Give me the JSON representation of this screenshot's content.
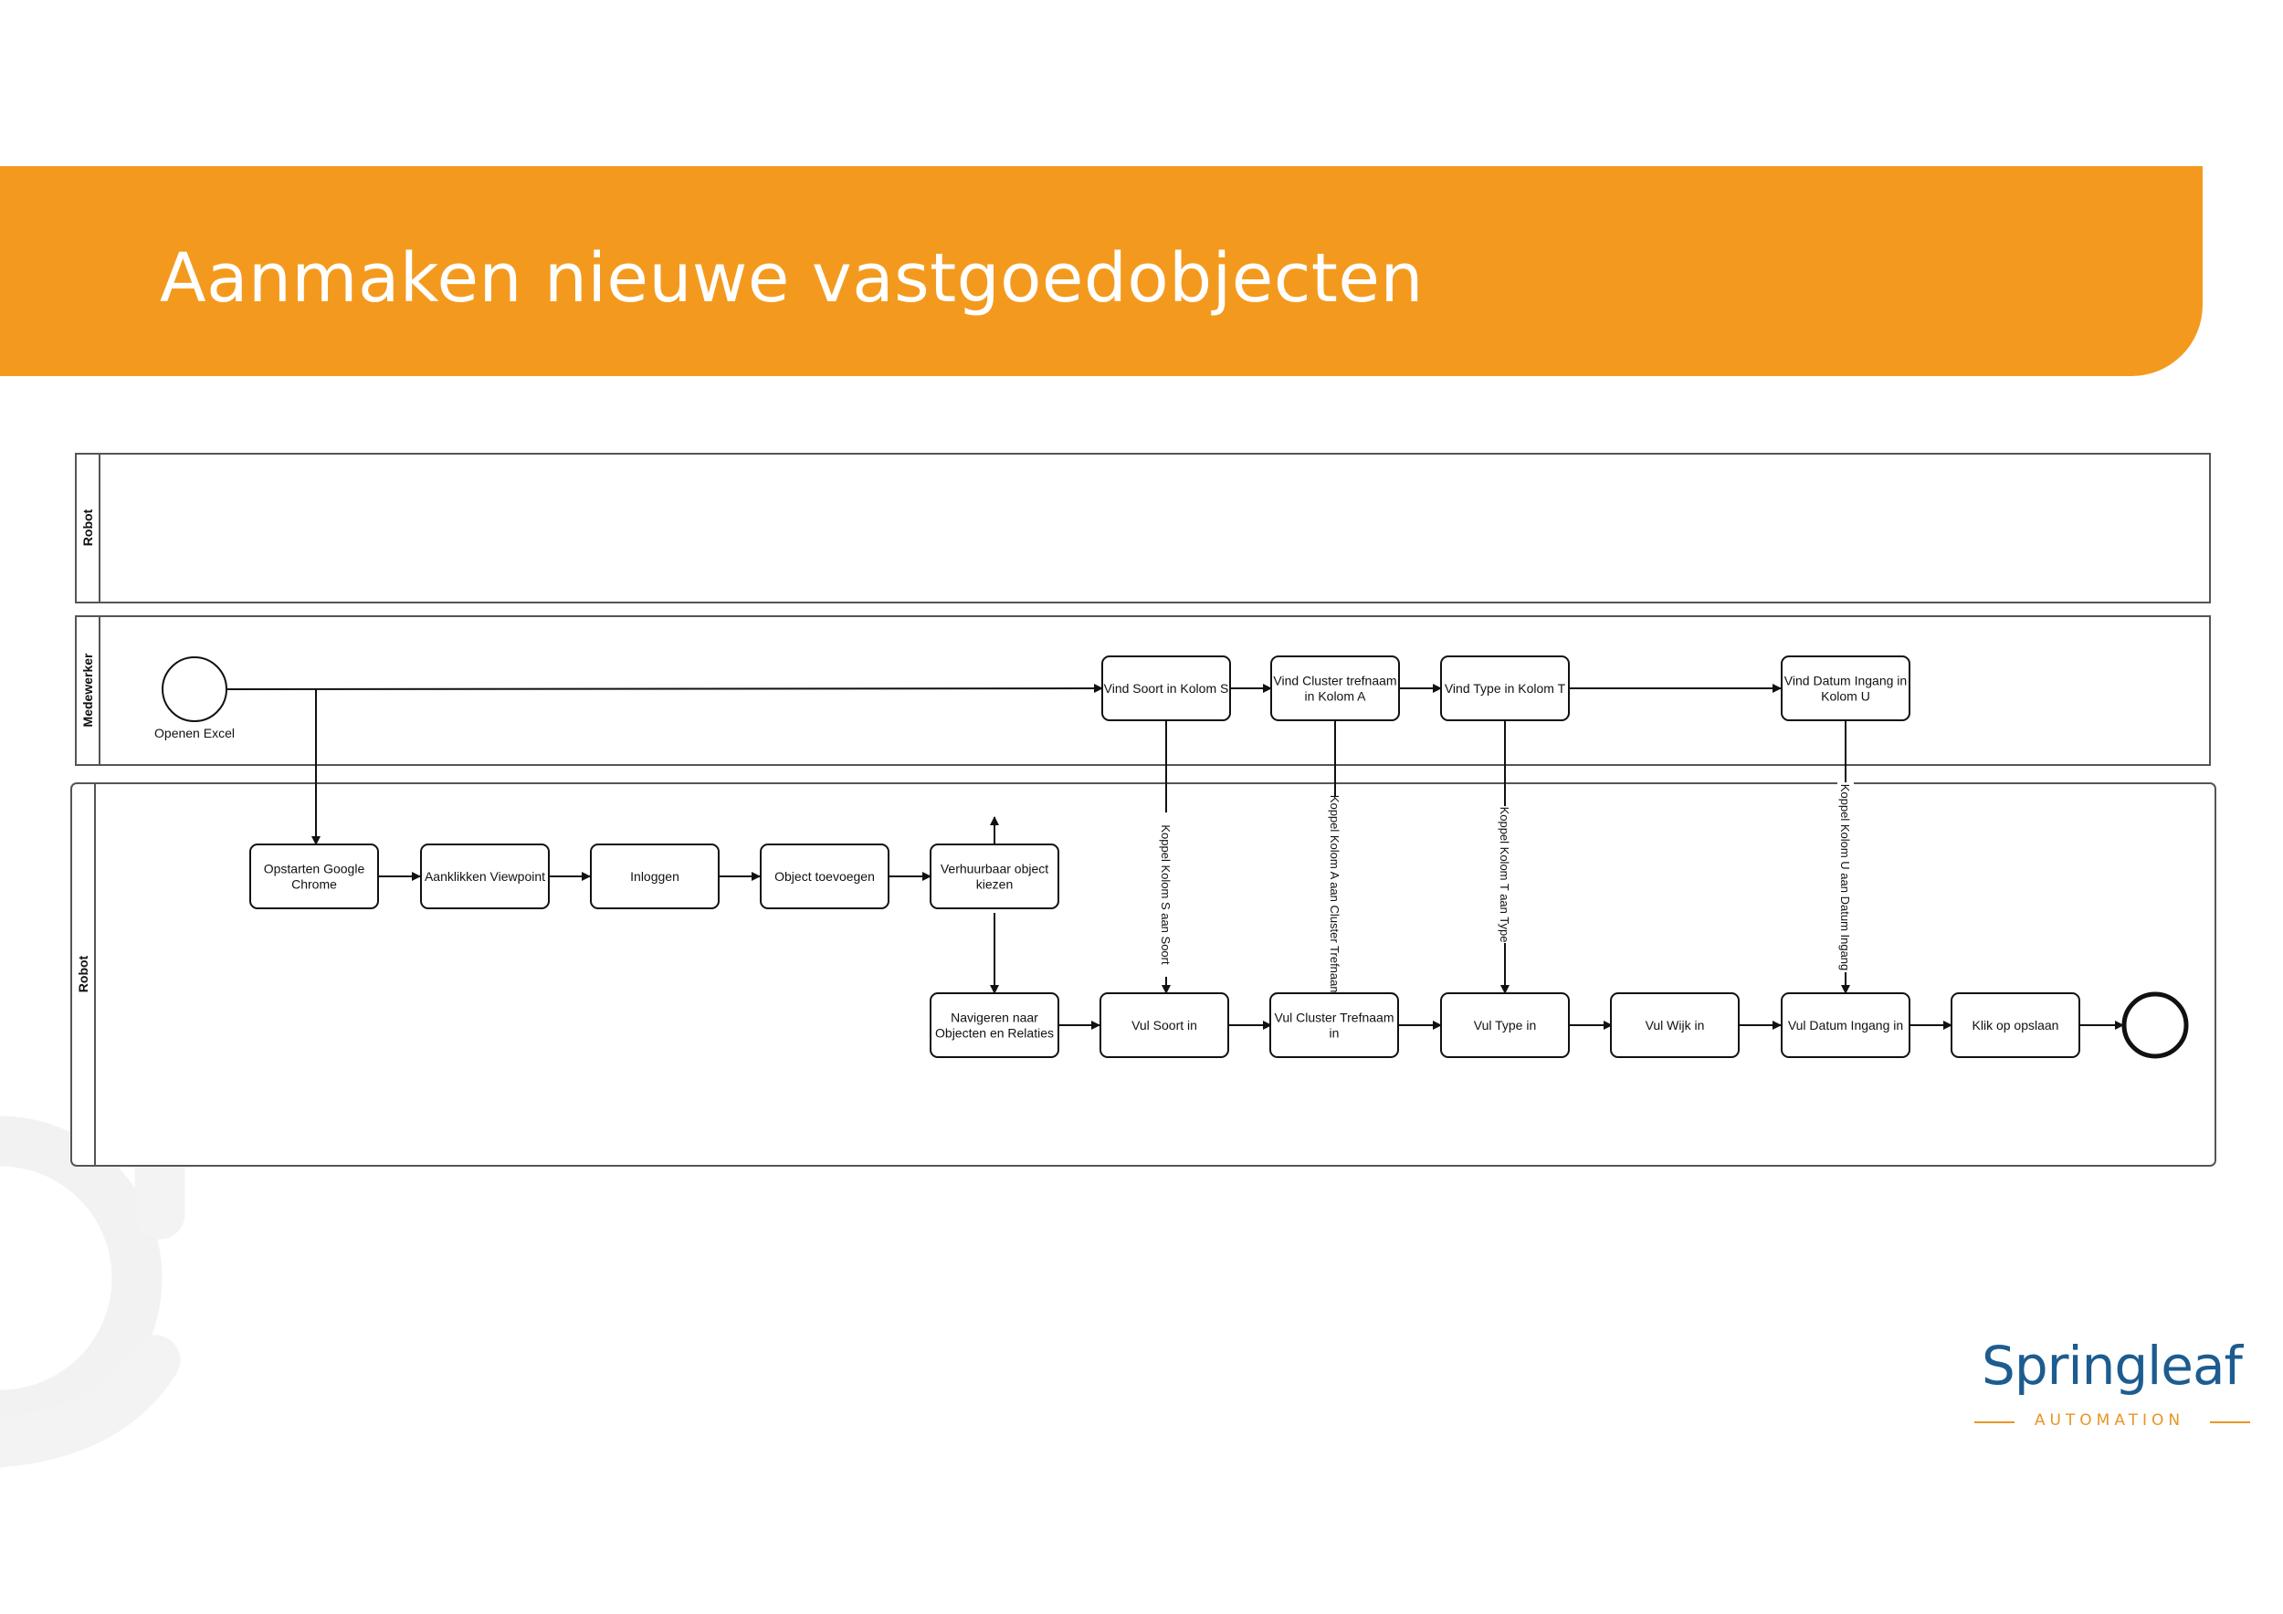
{
  "header": {
    "title": "Aanmaken nieuwe vastgoedobjecten"
  },
  "colors": {
    "banner": "#f39a1e",
    "logo_blue": "#1d5c8f",
    "logo_orange": "#e89522"
  },
  "lanes": [
    {
      "id": "lane1",
      "label": "Robot"
    },
    {
      "id": "lane2",
      "label": "Medewerker"
    },
    {
      "id": "lane3",
      "label": "Robot"
    }
  ],
  "events": {
    "start": {
      "label": "Openen Excel"
    },
    "end": {
      "label": ""
    }
  },
  "tasks": [
    {
      "id": "vind_soort",
      "lines": [
        "Vind Soort in Kolom S"
      ]
    },
    {
      "id": "vind_cluster",
      "lines": [
        "Vind Cluster trefnaam",
        "in Kolom A"
      ]
    },
    {
      "id": "vind_type",
      "lines": [
        "Vind Type in Kolom T"
      ]
    },
    {
      "id": "vind_datum",
      "lines": [
        "Vind Datum Ingang in",
        "Kolom U"
      ]
    },
    {
      "id": "opstarten",
      "lines": [
        "Opstarten Google",
        "Chrome"
      ]
    },
    {
      "id": "viewpoint",
      "lines": [
        "Aanklikken Viewpoint"
      ]
    },
    {
      "id": "inloggen",
      "lines": [
        "Inloggen"
      ]
    },
    {
      "id": "object_toevoegen",
      "lines": [
        "Object toevoegen"
      ]
    },
    {
      "id": "verhuurbaar",
      "lines": [
        "Verhuurbaar object",
        "kiezen"
      ]
    },
    {
      "id": "navigeren",
      "lines": [
        "Navigeren naar",
        "Objecten en Relaties"
      ]
    },
    {
      "id": "vul_soort",
      "lines": [
        "Vul Soort in"
      ]
    },
    {
      "id": "vul_cluster",
      "lines": [
        "Vul Cluster Trefnaam",
        "in"
      ]
    },
    {
      "id": "vul_type",
      "lines": [
        "Vul Type in"
      ]
    },
    {
      "id": "vul_wijk",
      "lines": [
        "Vul Wijk in"
      ]
    },
    {
      "id": "vul_datum",
      "lines": [
        "Vul Datum Ingang in"
      ]
    },
    {
      "id": "klik_opslaan",
      "lines": [
        "Klik op opslaan"
      ]
    }
  ],
  "edge_labels": [
    {
      "id": "koppel_s",
      "text": "Koppel Kolom S aan Soort"
    },
    {
      "id": "koppel_a",
      "text": "Koppel Kolom A aan Cluster Trefnaam"
    },
    {
      "id": "koppel_t",
      "text": "Koppel Kolom T aan Type"
    },
    {
      "id": "koppel_u",
      "text": "Koppel Kolom U aan Datum Ingang"
    }
  ],
  "logo": {
    "name": "Springleaf",
    "subtitle": "AUTOMATION"
  }
}
